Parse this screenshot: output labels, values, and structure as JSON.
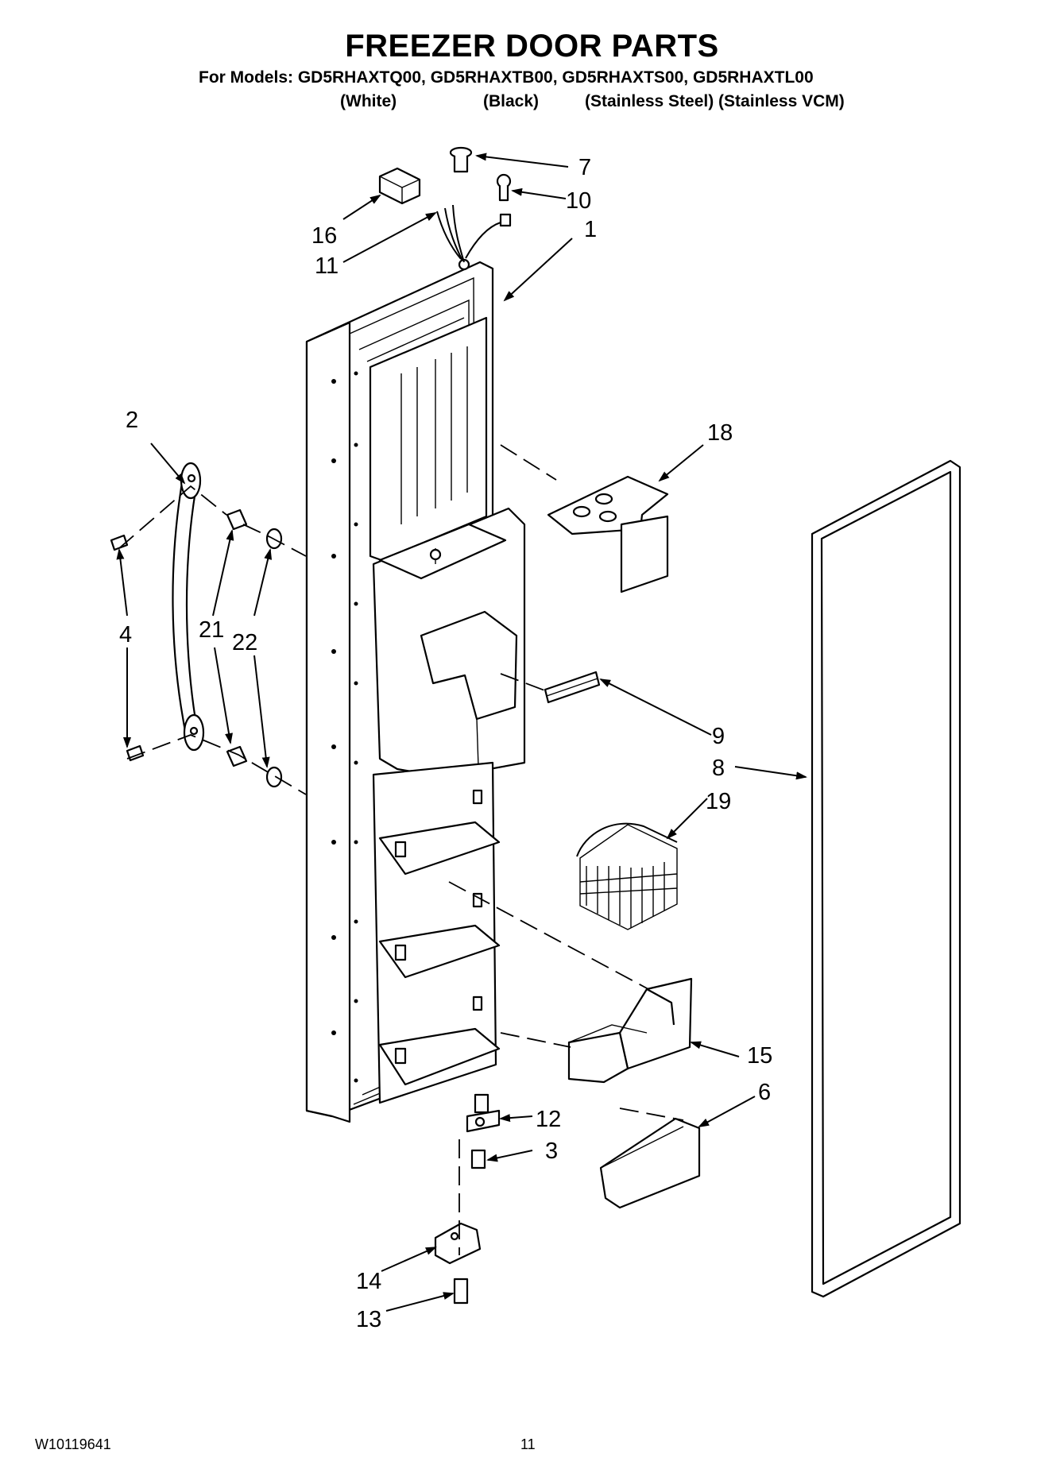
{
  "header": {
    "title": "FREEZER DOOR PARTS",
    "models": "For Models: GD5RHAXTQ00, GD5RHAXTB00, GD5RHAXTS00, GD5RHAXTL00",
    "variant_white": "(White)",
    "variant_black": "(Black)",
    "variant_stainless": "(Stainless Steel) (Stainless VCM)"
  },
  "callouts": {
    "c1": "1",
    "c2": "2",
    "c3": "3",
    "c4": "4",
    "c6": "6",
    "c7": "7",
    "c8": "8",
    "c9": "9",
    "c10": "10",
    "c11": "11",
    "c12": "12",
    "c13": "13",
    "c14": "14",
    "c15": "15",
    "c16": "16",
    "c18": "18",
    "c19": "19",
    "c21": "21",
    "c22": "22"
  },
  "footer": {
    "doc_number": "W10119641",
    "page_number": "11"
  }
}
